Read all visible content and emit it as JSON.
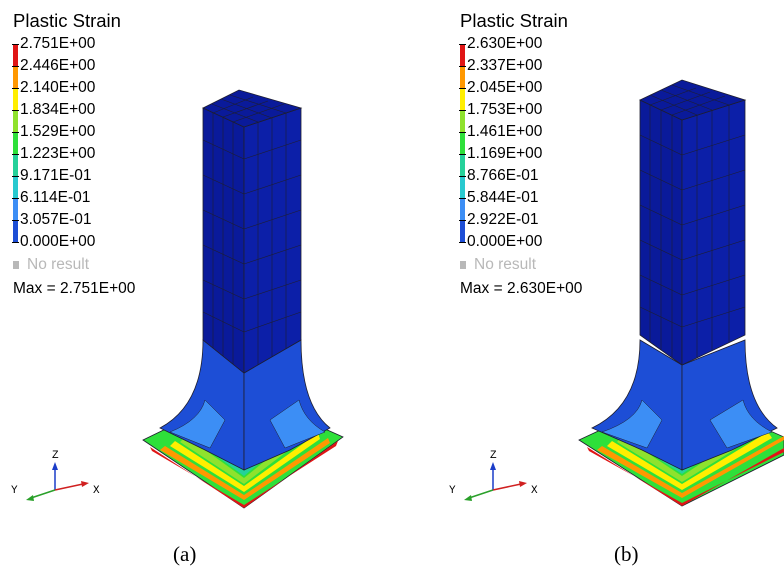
{
  "colors": {
    "scale": [
      "#00009e",
      "#1d4ed6",
      "#3c8ef5",
      "#28c9cf",
      "#25d19a",
      "#2ee03a",
      "#8fe22d",
      "#ffee00",
      "#ff9800",
      "#e01515"
    ],
    "column": "#0a1a9a",
    "no_result": "#b8b8b8",
    "mesh": "#1e1e2e"
  },
  "panels": [
    {
      "legend_title": "Plastic Strain",
      "ticks": [
        "2.751E+00",
        "2.446E+00",
        "2.140E+00",
        "1.834E+00",
        "1.529E+00",
        "1.223E+00",
        "9.171E-01",
        "6.114E-01",
        "3.057E-01",
        "0.000E+00"
      ],
      "no_result": "No result",
      "max_text": "Max = 2.751E+00",
      "axes": {
        "x": "X",
        "y": "Y",
        "z": "Z"
      },
      "caption": "(a)"
    },
    {
      "legend_title": "Plastic Strain",
      "ticks": [
        "2.630E+00",
        "2.337E+00",
        "2.045E+00",
        "1.753E+00",
        "1.461E+00",
        "1.169E+00",
        "8.766E-01",
        "5.844E-01",
        "2.922E-01",
        "0.000E+00"
      ],
      "no_result": "No result",
      "max_text": "Max = 2.630E+00",
      "axes": {
        "x": "X",
        "y": "Y",
        "z": "Z"
      },
      "caption": "(b)"
    }
  ]
}
